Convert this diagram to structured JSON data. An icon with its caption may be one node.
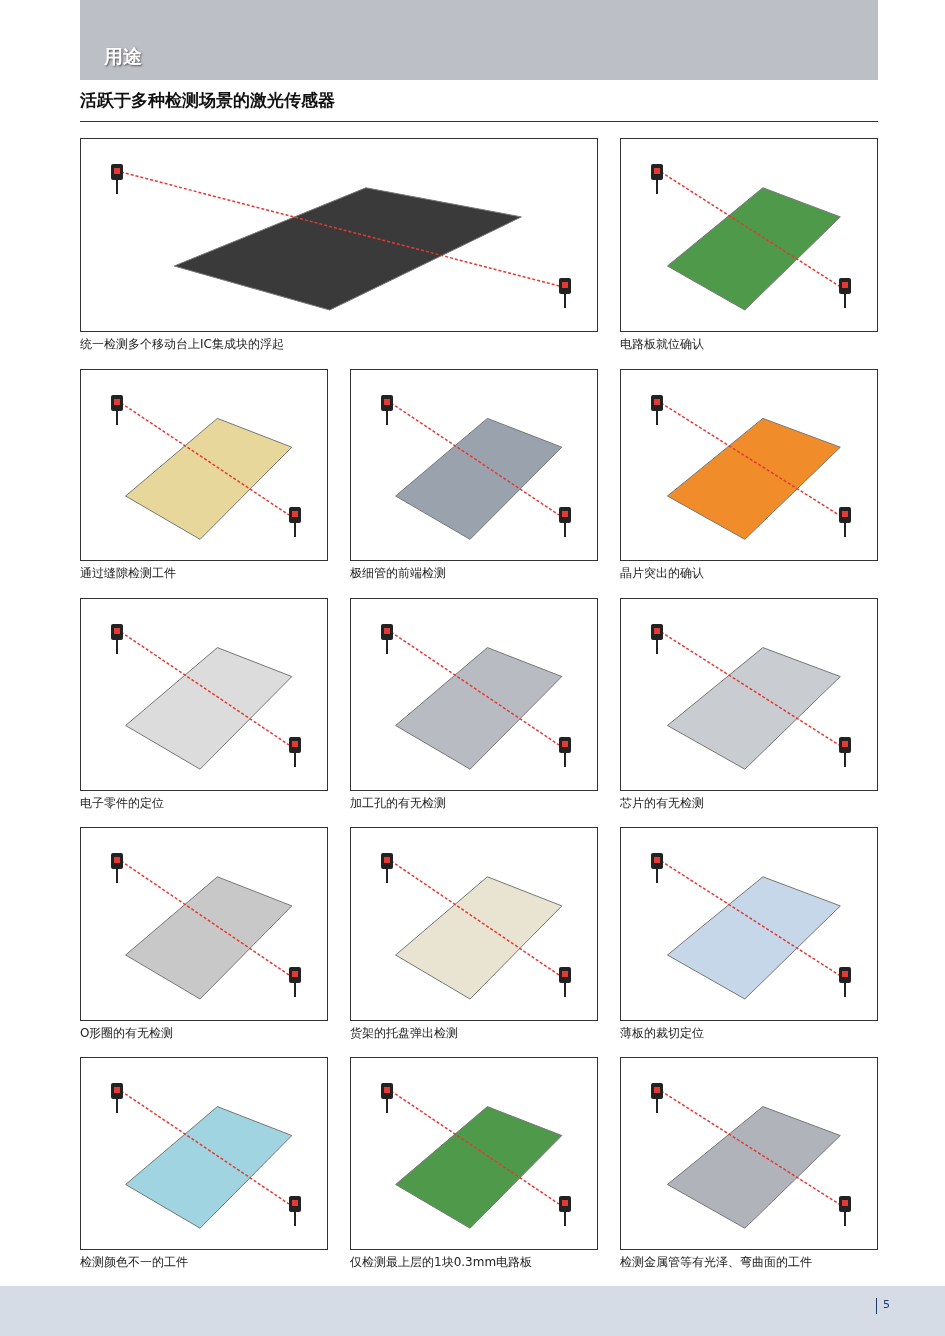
{
  "diagram": {
    "title": "活跃于多种检测场景的激光传感器",
    "labels": [
      "用途",
      "统一检测多个移动台上IC集成块的浮起",
      "电路板就位确认",
      "通过缝隙检测工件",
      "极细管的前端检测",
      "晶片突出的确认",
      "电子零件的定位",
      "加工孔的有无检测",
      "芯片的有无检测",
      "O形圈的有无检测",
      "货架的托盘弹出检测",
      "薄板的裁切定位",
      "检测颜色不一的工件",
      "仅检测最上层的1块0.3mm电路板",
      "检测金属管等有光泽、弯曲面的工件",
      "5"
    ]
  }
}
